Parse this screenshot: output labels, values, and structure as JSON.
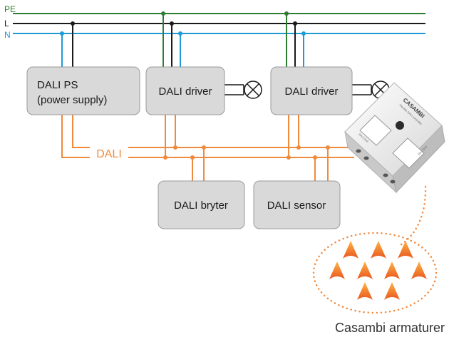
{
  "bus": {
    "pe_label": "PE",
    "l_label": "L",
    "n_label": "N",
    "dali_label": "DALI"
  },
  "devices": {
    "power_supply": {
      "line1": "DALI PS",
      "line2": "(power supply)"
    },
    "driver_1": {
      "label": "DALI driver"
    },
    "driver_2": {
      "label": "DALI driver"
    },
    "switch": {
      "label": "DALI bryter"
    },
    "sensor": {
      "label": "DALI sensor"
    }
  },
  "casambi_unit": {
    "brand": "CASAMBI",
    "model": "Flexible DALI controller",
    "port_1": "DA1 DA2",
    "port_2": "DA1 DA2"
  },
  "luminaires": {
    "caption": "Casambi armaturer",
    "count": 9
  },
  "colors": {
    "pe": "#2e7d32",
    "l": "#1a1a1a",
    "n": "#1e9ad6",
    "dali": "#f08a3c",
    "box_fill": "#d9d9d9",
    "box_stroke": "#9a9a9a"
  }
}
